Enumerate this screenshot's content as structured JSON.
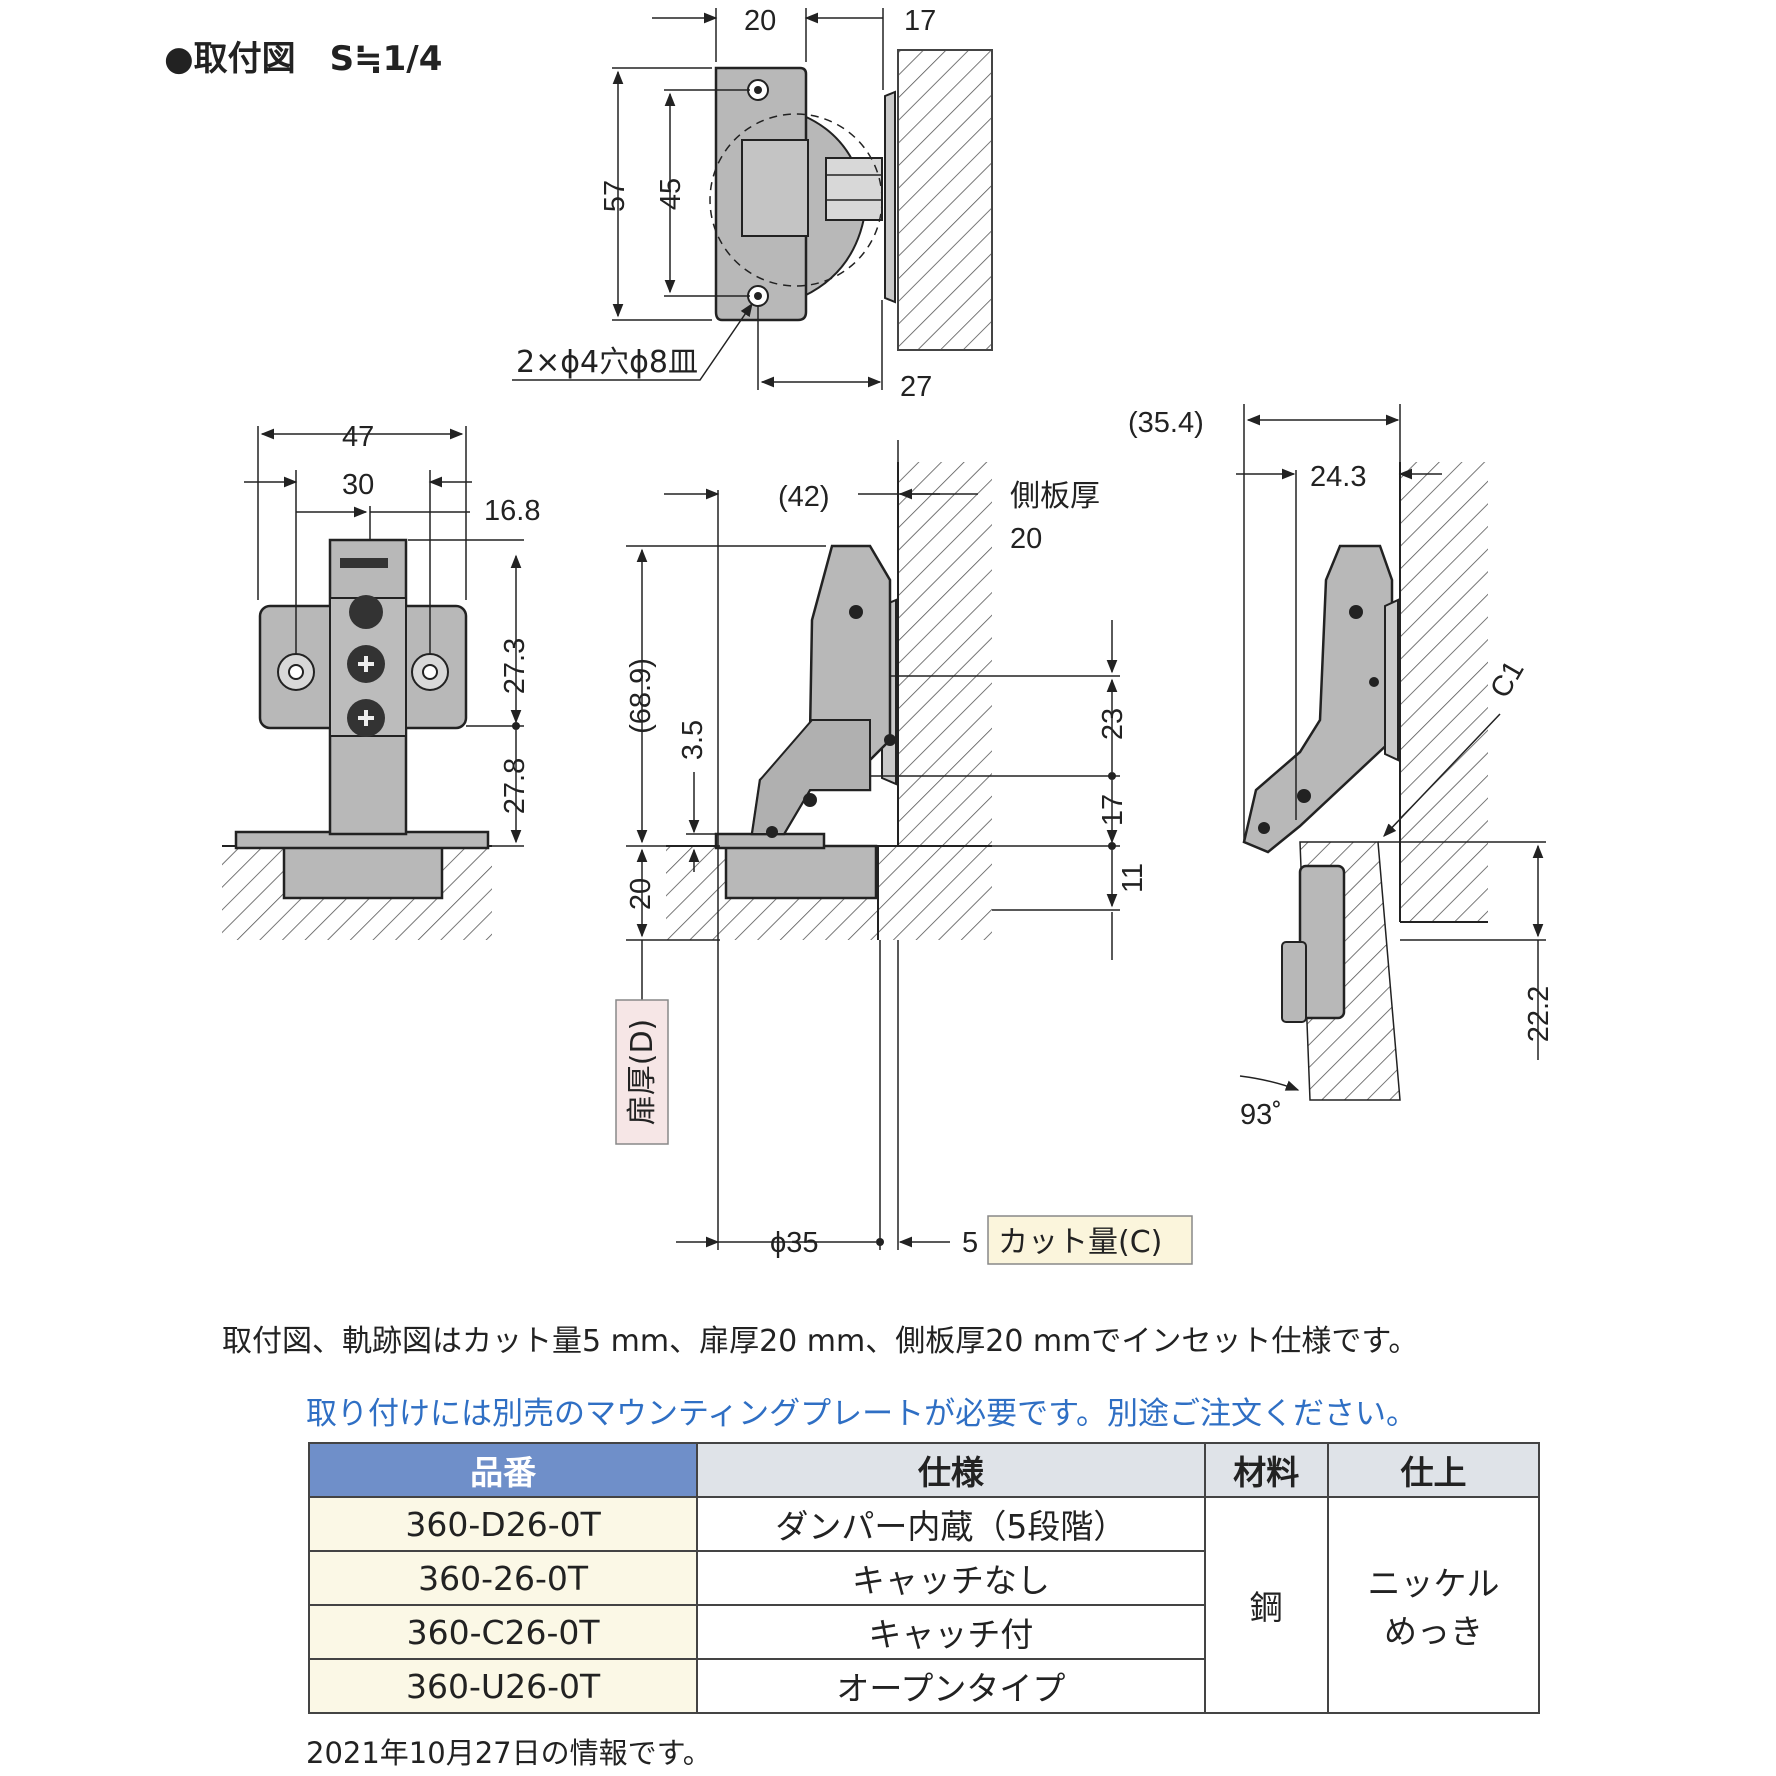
{
  "title": "●取付図　S≒1/4",
  "top_view": {
    "dims": {
      "w20": "20",
      "w17": "17",
      "h57": "57",
      "h45": "45",
      "w27": "27"
    },
    "hole_note": "2×ϕ4穴ϕ8皿"
  },
  "front_view": {
    "dims": {
      "w47": "47",
      "w30": "30",
      "w16_8": "16.8",
      "h27_3": "27.3",
      "h27_8": "27.8"
    }
  },
  "side_view": {
    "dims": {
      "w42": "(42)",
      "h68_9": "(68.9)",
      "h3_5": "3.5",
      "h20": "20",
      "h23": "23",
      "h17": "17",
      "h11": "11",
      "phi35": "ϕ35",
      "cut5": "5"
    },
    "side_panel_label": "側板厚",
    "side_panel_value": "20",
    "door_thickness_label": "扉厚(D)",
    "cut_label": "カット量(C)"
  },
  "track_view": {
    "dims": {
      "w35_4": "(35.4)",
      "w24_3": "24.3",
      "h22_2": "22.2",
      "c1": "C1"
    },
    "angle": "93˚"
  },
  "note": "取付図、軌跡図はカット量5 mm、扉厚20 mm、側板厚20 mmでインセット仕様です。",
  "note_blue": "取り付けには別売のマウンティングプレートが必要です。別途ご注文ください。",
  "table": {
    "headers": [
      "品番",
      "仕様",
      "材料",
      "仕上"
    ],
    "rows": [
      {
        "part": "360-D26-0T",
        "spec": "ダンパー内蔵（5段階）"
      },
      {
        "part": "360-26-0T",
        "spec": "キャッチなし"
      },
      {
        "part": "360-C26-0T",
        "spec": "キャッチ付"
      },
      {
        "part": "360-U26-0T",
        "spec": "オープンタイプ"
      }
    ],
    "material": "鋼",
    "finish_line1": "ニッケル",
    "finish_line2": "めっき"
  },
  "footer": "2021年10月27日の情報です。",
  "colors": {
    "hinge_gray": "#b8b8b8",
    "line": "#222222",
    "blue_note": "#2f6fc4",
    "header_blue": "#6f8fc9",
    "header_gray": "#dfe3e8",
    "label_pink": "#f6e6e6",
    "label_cream": "#fbf5dc",
    "part_cell": "#fbf8e6"
  }
}
